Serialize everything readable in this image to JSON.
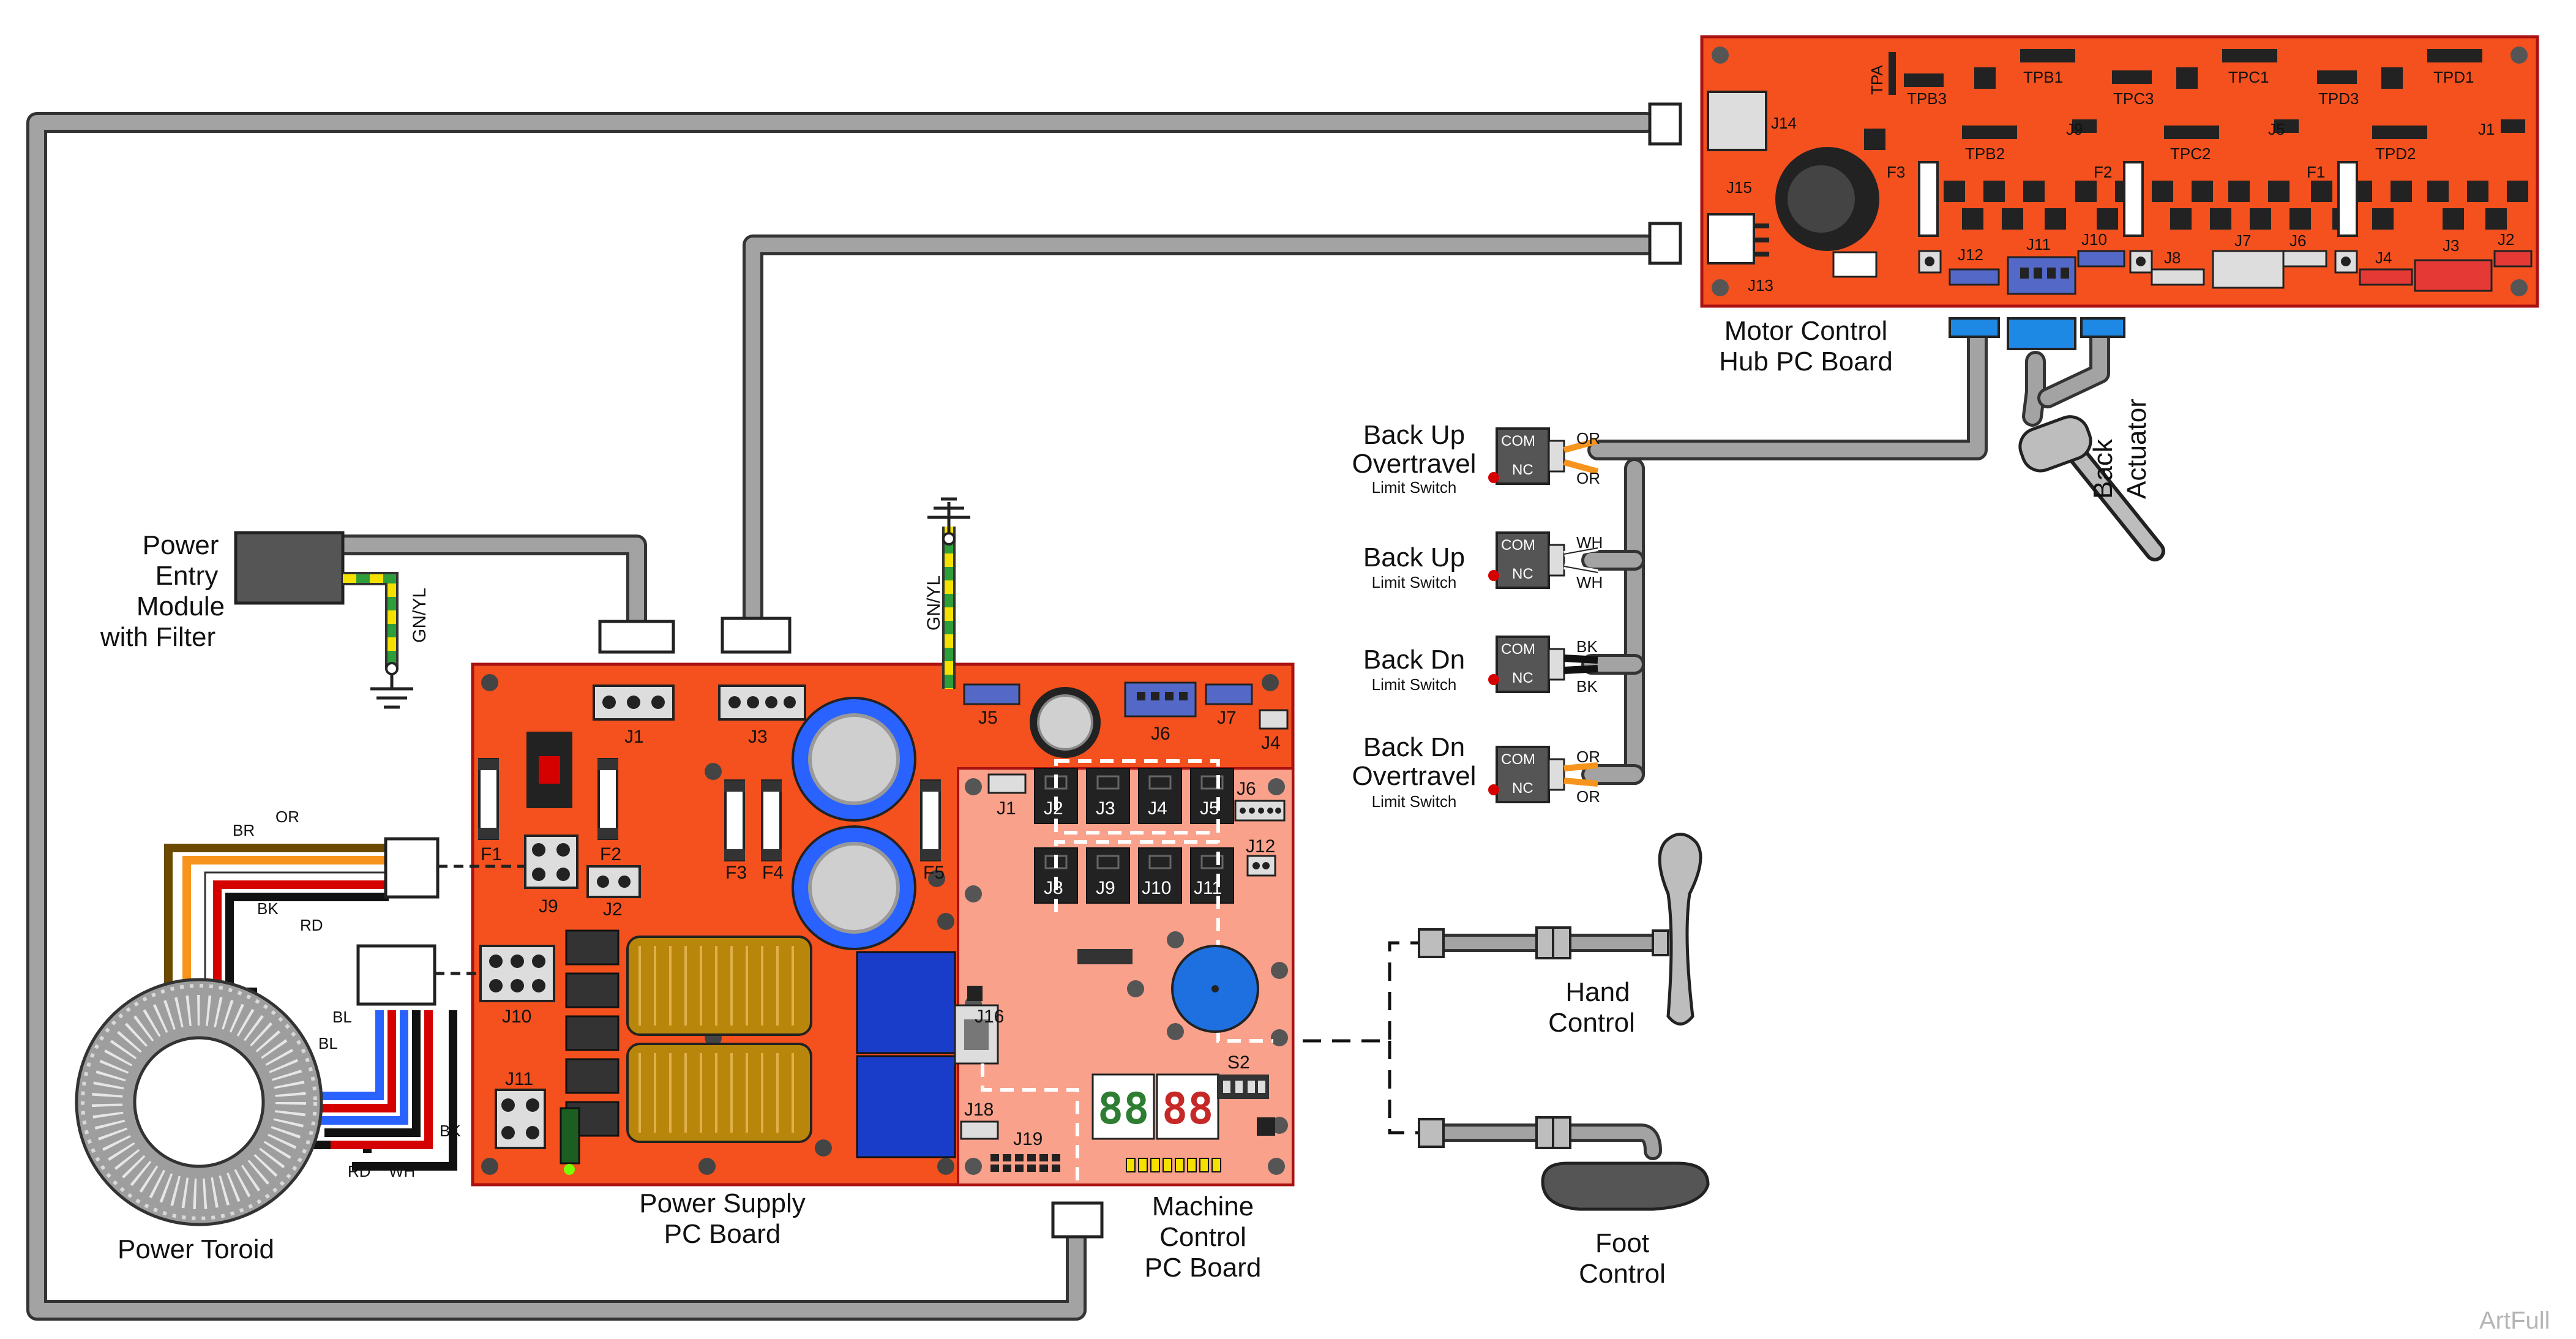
{
  "boards": {
    "power_supply": {
      "title_line1": "Power Supply",
      "title_line2": "PC Board",
      "connectors": [
        "J1",
        "J2",
        "J3",
        "J5",
        "J6",
        "J7",
        "J4",
        "J9",
        "J10",
        "J11"
      ],
      "fuses": [
        "F1",
        "F2",
        "F3",
        "F4",
        "F5"
      ]
    },
    "machine_control": {
      "title_line1": "Machine",
      "title_line2": "Control",
      "title_line3": "PC Board",
      "connectors": [
        "J1",
        "J2",
        "J3",
        "J4",
        "J5",
        "J6",
        "J8",
        "J9",
        "J10",
        "J11",
        "J12",
        "J16",
        "J18",
        "J19",
        "S2"
      ],
      "display_digits": [
        "88",
        "88"
      ]
    },
    "motor_hub": {
      "title_line1": "Motor Control",
      "title_line2": "Hub PC Board",
      "test_points": [
        "TPA",
        "TPB1",
        "TPB2",
        "TPB3",
        "TPC1",
        "TPC2",
        "TPC3",
        "TPD1",
        "TPD2",
        "TPD3"
      ],
      "connectors": [
        "J14",
        "J15",
        "J13",
        "J12",
        "J11",
        "J10",
        "J9",
        "J8",
        "J7",
        "J6",
        "J5",
        "J4",
        "J3",
        "J2",
        "J1"
      ],
      "fuses": [
        "F3",
        "F2",
        "F1"
      ]
    }
  },
  "components": {
    "power_entry_line1": "Power",
    "power_entry_line2": "Entry",
    "power_entry_line3": "Module",
    "power_entry_line4": "with Filter",
    "power_toroid": "Power Toroid",
    "back_actuator_line1": "Back",
    "back_actuator_line2": "Actuator",
    "hand_control_line1": "Hand",
    "hand_control_line2": "Control",
    "foot_control_line1": "Foot",
    "foot_control_line2": "Control"
  },
  "switches": [
    {
      "name_line1": "Back Up",
      "name_line2": "Overtravel",
      "subtitle": "Limit Switch",
      "wire_top": "OR",
      "wire_bottom": "OR",
      "wire_color": "#f7941d"
    },
    {
      "name_line1": "Back Up",
      "name_line2": "",
      "subtitle": "Limit Switch",
      "wire_top": "WH",
      "wire_bottom": "WH",
      "wire_color": "#ffffff"
    },
    {
      "name_line1": "Back Dn",
      "name_line2": "",
      "subtitle": "Limit Switch",
      "wire_top": "BK",
      "wire_bottom": "BK",
      "wire_color": "#111111"
    },
    {
      "name_line1": "Back Dn",
      "name_line2": "Overtravel",
      "subtitle": "Limit Switch",
      "wire_top": "OR",
      "wire_bottom": "OR",
      "wire_color": "#f7941d"
    }
  ],
  "switch_terminals": {
    "com": "COM",
    "nc": "NC"
  },
  "wire_labels": {
    "gnd_ps": "GN/YL",
    "gnd_pem": "GN/YL",
    "toroid_br": "BR",
    "toroid_or": "OR",
    "toroid_bk1": "BK",
    "toroid_rd1": "RD",
    "toroid_bl1": "BL",
    "toroid_bl2": "BL",
    "toroid_rd2": "RD",
    "toroid_wh": "WH",
    "toroid_bk2": "BK"
  },
  "watermark": "ArtFull",
  "colors": {
    "board_red": "#f4511e",
    "board_border": "#b71c1c",
    "machine_board": "#f9a18b",
    "cable_gray": "#a3a3a3",
    "connector_blue": "#5468c7",
    "led_green": "#2e7d32",
    "led_red": "#c62828"
  }
}
